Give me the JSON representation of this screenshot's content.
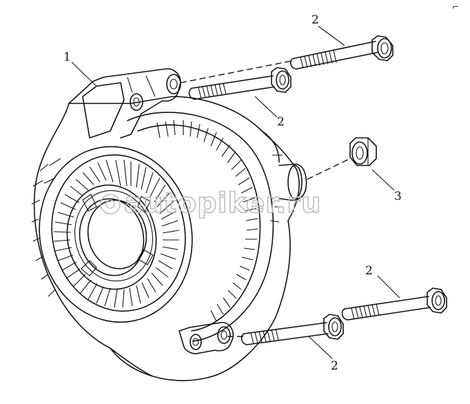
{
  "diagram": {
    "callouts": [
      {
        "id": "c1",
        "text": "1"
      },
      {
        "id": "c2a",
        "text": "2"
      },
      {
        "id": "c2b",
        "text": "2"
      },
      {
        "id": "c2c",
        "text": "2"
      },
      {
        "id": "c2d",
        "text": "2"
      },
      {
        "id": "c3",
        "text": "3"
      }
    ],
    "watermark": "autopiker.ru",
    "corner_mark": "⌐"
  }
}
